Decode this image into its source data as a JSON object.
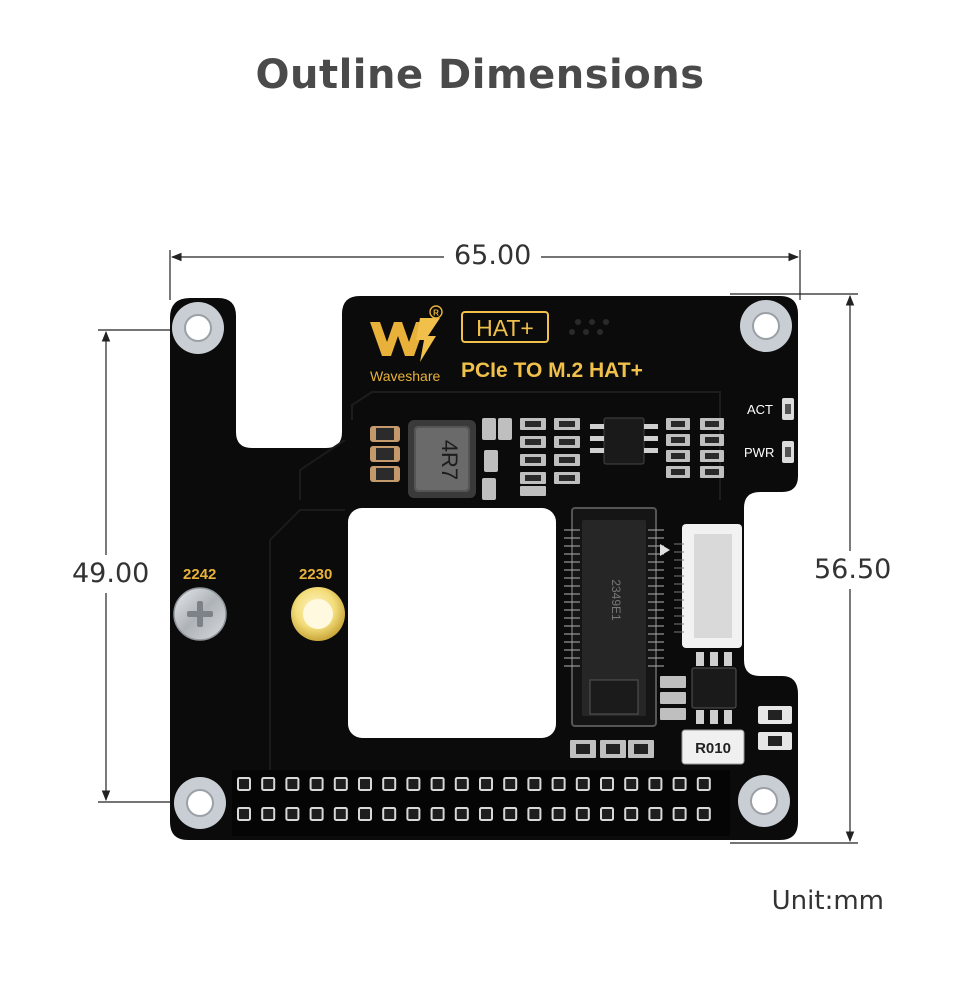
{
  "title": "Outline Dimensions",
  "dimensions": {
    "width": "65.00",
    "left_height": "49.00",
    "right_height": "56.50"
  },
  "unit": "Unit:mm",
  "board": {
    "brand": "Waveshare",
    "product_badge": "HAT+",
    "product_name": "PCIe TO M.2 HAT+",
    "led_labels": [
      "ACT",
      "PWR"
    ],
    "standoff_labels": [
      "2242",
      "2230"
    ],
    "inductor_marking": "4R7",
    "resistor_marking": "R010",
    "chip_marking": "2349E1",
    "colors": {
      "pcb": "#0b0b0b",
      "silkscreen_gold": "#e8b23a",
      "badge_gold": "#f0c04a",
      "hole_ring": "#c9ced4"
    }
  }
}
